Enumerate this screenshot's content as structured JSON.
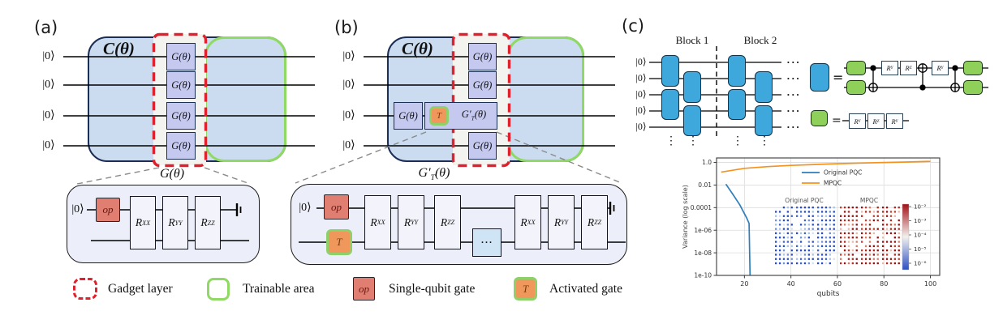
{
  "colors": {
    "circuit_fill": "#cbdcf1",
    "circuit_border": "#1b2e55",
    "trainable_green": "#8fd964",
    "gadget_red": "#e0202c",
    "gate_fill": "#c5c9f0",
    "zoom_fill": "#eceef9",
    "op_fill": "#e07e72",
    "t_fill": "#f0985c",
    "dots_fill": "#cfe4f5",
    "block_blue": "#3ea8dd",
    "block_green": "#8ed05a",
    "line_blue": "#2e7ebc",
    "line_orange": "#f5921e"
  },
  "labels": {
    "panel_a": "(a)",
    "panel_b": "(b)",
    "panel_c": "(c)",
    "ket0": "|0⟩",
    "circuit": "C(θ)",
    "gadget": "G(θ)",
    "gt_pre": "G′",
    "gt_sub": "T",
    "gt_post": "(θ)",
    "op": "op",
    "t": "T",
    "r": "R",
    "sub_xx": "XX",
    "sub_yy": "YY",
    "sub_zz": "ZZ",
    "sub_y": "Y",
    "sub_z": "Z",
    "hdots": "···",
    "vdots": "⋮",
    "equals": "=",
    "block1": "Block 1",
    "block2": "Block 2"
  },
  "legend": {
    "gadget": "Gadget layer",
    "trainable": "Trainable area",
    "single": "Single-qubit gate",
    "activated": "Activated gate"
  },
  "chart_data": {
    "type": "line",
    "xlabel": "qubits",
    "ylabel": "Variance (log scale)",
    "x_ticks": [
      20,
      40,
      60,
      80,
      100
    ],
    "xlim": [
      8,
      104
    ],
    "y_ticks": [
      {
        "label": "1.0",
        "value": 1
      },
      {
        "label": "0.01",
        "value": 0.01
      },
      {
        "label": "0.0001",
        "value": 0.0001
      },
      {
        "label": "1e-06",
        "value": 1e-06
      },
      {
        "label": "1e-08",
        "value": 1e-08
      },
      {
        "label": "1e-10",
        "value": 1e-10
      }
    ],
    "ylim": [
      1e-10,
      2.5
    ],
    "grid": true,
    "legend_position": "upper center",
    "series": [
      {
        "name": "Original PQC",
        "color": "#2e7ebc",
        "points": [
          [
            12,
            0.012
          ],
          [
            15,
            0.0015
          ],
          [
            18,
            0.00018
          ],
          [
            21,
            1.2e-05
          ],
          [
            22,
            4e-06
          ],
          [
            22.4,
            1e-10
          ]
        ]
      },
      {
        "name": "MPQC",
        "color": "#f5921e",
        "points": [
          [
            10,
            0.14
          ],
          [
            20,
            0.3
          ],
          [
            30,
            0.43
          ],
          [
            40,
            0.55
          ],
          [
            50,
            0.66
          ],
          [
            60,
            0.77
          ],
          [
            70,
            0.88
          ],
          [
            80,
            0.99
          ],
          [
            90,
            1.1
          ],
          [
            100,
            1.25
          ]
        ]
      }
    ],
    "inset": {
      "left_label": "Original PQC",
      "right_label": "MPQC",
      "left_dot_colors": [
        "#274ec6",
        "#3d63cb",
        "#6e8fd9",
        "#a9c2ea",
        "#d4e0f2"
      ],
      "right_dot_colors": [
        "#961312",
        "#b22a1e",
        "#c4402c",
        "#da7a64",
        "#edb6a6"
      ],
      "colorbar_ticks": [
        "10⁻²",
        "10⁻³",
        "10⁻⁴",
        "10⁻⁵",
        "10⁻⁶"
      ],
      "colorbar_top_color": "#a31016",
      "colorbar_mid_color": "#f3f1ee",
      "colorbar_bottom_color": "#2c4fc4"
    }
  }
}
